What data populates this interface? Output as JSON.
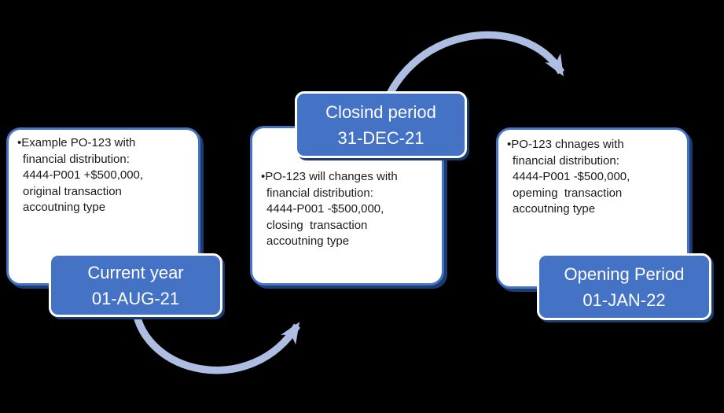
{
  "background": "#000000",
  "colors": {
    "accent_blue": "#4472C4",
    "arrow_blue": "#AEBDE2",
    "shadow_navy": "#1B3C6E",
    "box_fill": "#FFFFFF",
    "body_text": "#1B1B1B",
    "label_text": "#FFFFFF"
  },
  "steps": [
    {
      "bullet": "•",
      "lines": [
        "Example PO-123 with",
        "financial distribution:",
        "4444-P001 +$500,000,",
        "original transaction",
        "accoutning type"
      ],
      "label_title": "Current year",
      "label_date": "01-AUG-21"
    },
    {
      "bullet": "•",
      "lines": [
        "PO-123 will changes with",
        "financial distribution:",
        "4444-P001 -$500,000,",
        "closing  transaction",
        "accoutning type"
      ],
      "label_title": "Closind period",
      "label_date": "31-DEC-21"
    },
    {
      "bullet": "•",
      "lines": [
        "PO-123 chnages with",
        "financial distribution:",
        "4444-P001 -$500,000,",
        "opeming  transaction",
        "accoutning type"
      ],
      "label_title": "Opening Period",
      "label_date": "01-JAN-22"
    }
  ],
  "arrows": [
    {
      "name": "current-year-to-closing-period",
      "direction": "up-right"
    },
    {
      "name": "closing-period-to-opening-period",
      "direction": "over-right"
    }
  ]
}
